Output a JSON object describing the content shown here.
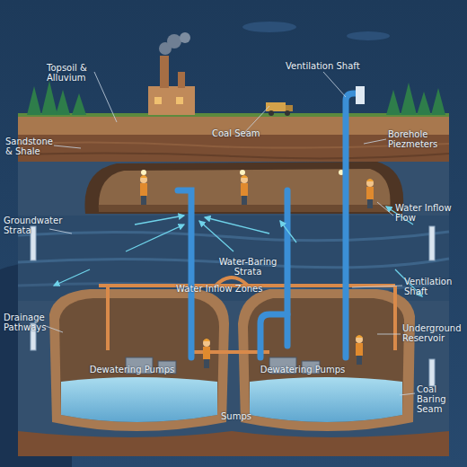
{
  "diagram": {
    "labels": [
      "Topsoil & Alluvium",
      "Ventilation Shaft",
      "Coal Seam",
      "Sandstone & Shale",
      "Borehole Piezmeters",
      "Water Inflow Flow",
      "Groundwater Strata",
      "Water-Baring Strata",
      "Water Inflow Zones",
      "Ventilation Shaft",
      "Drainage Pathways",
      "Underground Reservoir",
      "Dewatering Pumps",
      "Dewatering Pumps",
      "Sumps",
      "Coal Baring Seam"
    ]
  }
}
